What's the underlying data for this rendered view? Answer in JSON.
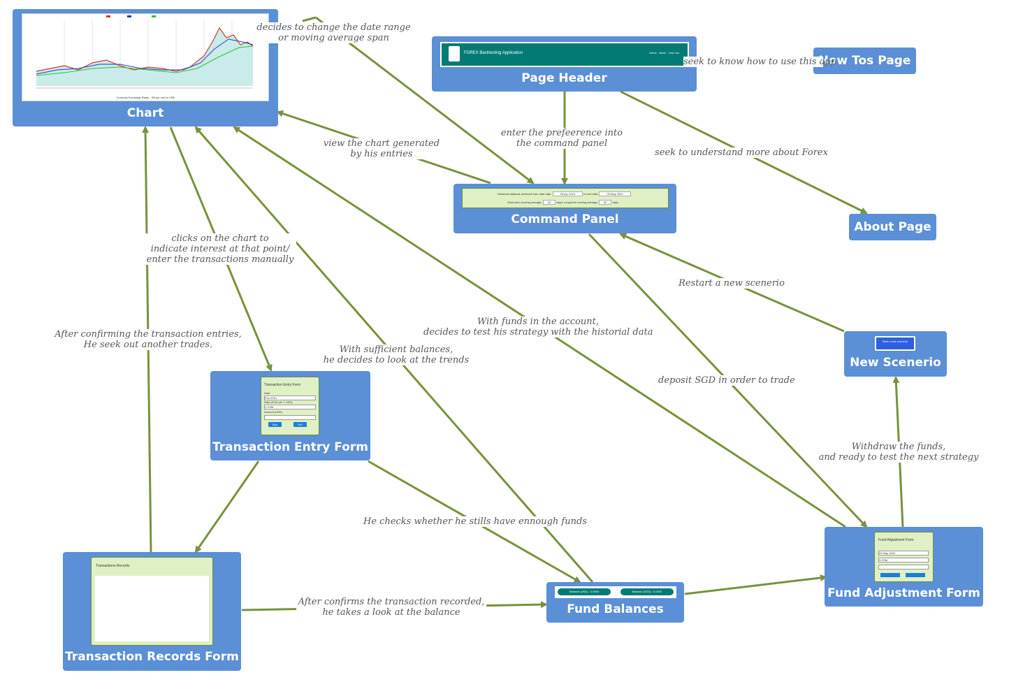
{
  "nodes": {
    "chart": "Chart",
    "page_header": "Page Header",
    "how_tos_page": "How Tos Page",
    "about_page": "About Page",
    "command_panel": "Command Panel",
    "new_scenerio": "New Scenerio",
    "transaction_entry_form": "Transaction Entry Form",
    "transaction_records_form": "Transaction Records Form",
    "fund_balances": "Fund Balances",
    "fund_adjustment_form": "Fund Adjustment Form"
  },
  "edge_labels": {
    "change_range": [
      "decides to change the date range",
      "or moving average span"
    ],
    "how_to": [
      "seek to know how to use this app"
    ],
    "view_chart": [
      "view the chart generated",
      "by his entries"
    ],
    "enter_pref": [
      "enter the prefeerence into",
      "the command panel"
    ],
    "forex": [
      "seek to understand more about Forex"
    ],
    "clicks_chart": [
      "clicks on the chart to",
      "indicate interest at that point/",
      "enter the transactions manually"
    ],
    "restart": [
      "Restart a new scenerio"
    ],
    "funds_account": [
      "With funds in the account,",
      "decides to test his strategy with the historial data"
    ],
    "after_confirming": [
      "After confirming the transaction entries,",
      "He seek out another trades."
    ],
    "sufficient": [
      "With sufficient balances,",
      "he decides to look at the trends"
    ],
    "deposit": [
      "deposit SGD in order to trade"
    ],
    "withdraw": [
      "Withdraw the funds,",
      "and ready to test the next strategy"
    ],
    "checks": [
      "He checks whether he stills have ennough funds"
    ],
    "after_confirms": [
      "After confirms the transaction recorded,",
      "he takes a look at the balance"
    ]
  },
  "thumbnails": {
    "chart_caption": "Currency Exchange Rates - S$ per unit of US$",
    "header_app_title": "FOREX Backtesting Application",
    "header_nav": [
      "Home",
      "About",
      "How Tos"
    ],
    "command_row1": [
      "Historical datasets retrieved from start date:",
      "25 Apr 2019",
      "to end date:",
      "25 May 2024"
    ],
    "command_row2": [
      "Short-term moving average:",
      "20",
      "days; Long-term moving average:",
      "50",
      "days"
    ],
    "entry_form_title": "Transaction Entry Form",
    "entry_date_label": "Date",
    "entry_date_value": "Feb 2024",
    "entry_rate_label": "Rate (SGD per 1 USD)",
    "entry_rate_value": "1.3786",
    "entry_amount_label": "Amount (USD)",
    "entry_buy": "Buy",
    "entry_sell": "Sell",
    "records_title": "Transactions Records",
    "balance_usd": "Balance (USD) : 0.0000",
    "balance_sgd": "Balance (SGD) : 0.0000",
    "adjust_title": "Fund Adjustment Form",
    "adjust_date": "24 May 2024",
    "adjust_rate": "1.3786",
    "start_button": "Start a new scenerio"
  },
  "colors": {
    "node": "#5b8fd6",
    "edge": "#76923c",
    "teal": "#037b74",
    "form_bg": "#dff0c4"
  }
}
